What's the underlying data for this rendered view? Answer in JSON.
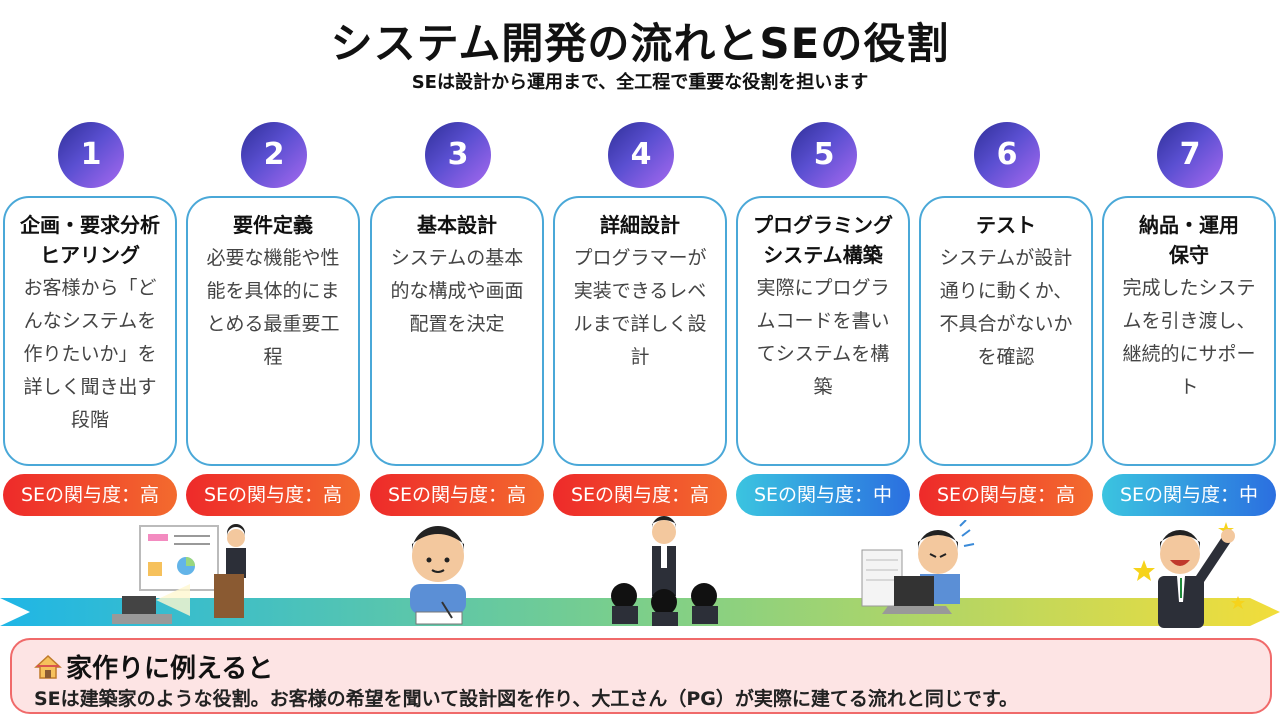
{
  "header": {
    "title": "システム開発の流れとSEの役割",
    "subtitle": "SEは設計から運用まで、全工程で重要な役割を担います"
  },
  "steps": [
    {
      "num": "1",
      "title": "企画・要求分析\nヒアリング",
      "body": "お客様から「どんなシステムを作りたいか」を詳しく聞き出す段階",
      "badge": "SEの関与度：高",
      "level": "high"
    },
    {
      "num": "2",
      "title": "要件定義",
      "body": "必要な機能や性能を具体的にまとめる最重要工程",
      "badge": "SEの関与度：高",
      "level": "high"
    },
    {
      "num": "3",
      "title": "基本設計",
      "body": "システムの基本的な構成や画面配置を決定",
      "badge": "SEの関与度：高",
      "level": "high"
    },
    {
      "num": "4",
      "title": "詳細設計",
      "body": "プログラマーが実装できるレベルまで詳しく設計",
      "badge": "SEの関与度：高",
      "level": "high"
    },
    {
      "num": "5",
      "title": "プログラミング\nシステム構築",
      "body": "実際にプログラムコードを書いてシステムを構築",
      "badge": "SEの関与度：中",
      "level": "mid"
    },
    {
      "num": "6",
      "title": "テスト",
      "body": "システムが設計通りに動くか、不具合がないかを確認",
      "badge": "SEの関与度：高",
      "level": "high"
    },
    {
      "num": "7",
      "title": "納品・運用\n保守",
      "body": "完成したシステムを引き渡し、継続的にサポート",
      "badge": "SEの関与度：中",
      "level": "mid"
    }
  ],
  "colors": {
    "high": "#ee2a2a",
    "mid": "#2b6fe0",
    "card_border": "#4aa8d8",
    "analogy_bg": "#fde4e4",
    "analogy_border": "#f06a6a"
  },
  "analogy": {
    "icon": "house-icon",
    "title": "家作りに例えると",
    "text": "SEは建築家のような役割。お客様の希望を聞いて設計図を作り、大工さん（PG）が実際に建てる流れと同じです。"
  },
  "illustrations": [
    "presentation-illustration",
    "writing-person-illustration",
    "meeting-illustration",
    "stressed-worker-illustration",
    "celebrating-man-illustration"
  ]
}
